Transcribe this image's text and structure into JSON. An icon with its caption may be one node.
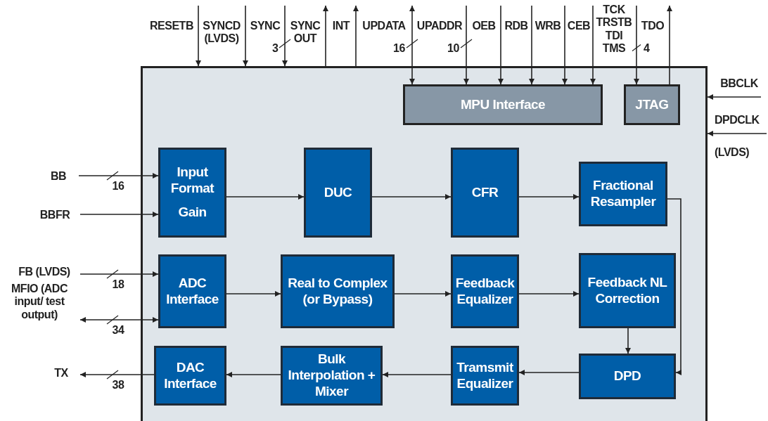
{
  "diagram": {
    "nodes": [
      {
        "text": [],
        "shape": "box"
      },
      {
        "text": [
          "MPU Interface"
        ],
        "in": 0
      },
      {
        "text": [
          "JTAG"
        ],
        "in": 0
      },
      {
        "text": [
          "Input Format",
          "Gain"
        ],
        "in": 0
      },
      {
        "text": [
          "DUC"
        ],
        "in": 0
      },
      {
        "text": [
          "CFR"
        ],
        "in": 0
      },
      {
        "text": [
          "Fractional Resampler"
        ],
        "in": 0
      },
      {
        "text": [
          "ADC Interface"
        ],
        "in": 0
      },
      {
        "text": [
          "Real to Complex (or Bypass)"
        ],
        "in": 0
      },
      {
        "text": [
          "Feedback Equalizer"
        ],
        "in": 0
      },
      {
        "text": [
          "Feedback NL Correction"
        ],
        "in": 0
      },
      {
        "text": [
          "DAC Interface"
        ],
        "in": 0
      },
      {
        "text": [
          "Bulk Interpolation + Mixer"
        ],
        "in": 0
      },
      {
        "text": [
          "Tramsmit Equalizer"
        ],
        "in": 0
      },
      {
        "text": [
          "DPD"
        ],
        "in": 0
      },
      {
        "text": [
          "RESETB"
        ]
      },
      {
        "text": [
          "SYNCD (LVDS)"
        ]
      },
      {
        "text": [
          "SYNC"
        ]
      },
      {
        "text": [
          "SYNC OUT"
        ]
      },
      {
        "text": [
          "INT"
        ]
      },
      {
        "text": [
          "UPDATA"
        ]
      },
      {
        "text": [
          "UPADDR"
        ]
      },
      {
        "text": [
          "OEB"
        ]
      },
      {
        "text": [
          "RDB"
        ]
      },
      {
        "text": [
          "WRB"
        ]
      },
      {
        "text": [
          "CEB"
        ]
      },
      {
        "text": [
          "TCK TRSTB TDI TMS"
        ]
      },
      {
        "text": [
          "TDO"
        ]
      },
      {
        "text": [
          "BBCLK"
        ]
      },
      {
        "text": [
          "DPDCLK",
          "(LVDS)"
        ]
      },
      {
        "text": [
          "BB"
        ]
      },
      {
        "text": [
          "BBFR"
        ]
      },
      {
        "text": [
          "FB (LVDS)"
        ]
      },
      {
        "text": [
          "MFIO (ADC input/ test output)"
        ]
      },
      {
        "text": [
          "TX"
        ]
      }
    ],
    "edges": [
      {
        "from": 15,
        "to": 0,
        "arrow": "to"
      },
      {
        "from": 16,
        "to": 0,
        "arrow": "to"
      },
      {
        "from": 17,
        "to": 0,
        "arrow": "to",
        "label": "3"
      },
      {
        "from": 0,
        "to": 18,
        "arrow": "to"
      },
      {
        "from": 0,
        "to": 19,
        "arrow": "to"
      },
      {
        "from": 20,
        "to": 1,
        "arrow": "both",
        "label": "16"
      },
      {
        "from": 21,
        "to": 1,
        "arrow": "to",
        "label": "10"
      },
      {
        "from": 22,
        "to": 1,
        "arrow": "to"
      },
      {
        "from": 23,
        "to": 1,
        "arrow": "to"
      },
      {
        "from": 24,
        "to": 1,
        "arrow": "to"
      },
      {
        "from": 25,
        "to": 1,
        "arrow": "to"
      },
      {
        "from": 26,
        "to": 2,
        "arrow": "to",
        "label": "4"
      },
      {
        "from": 2,
        "to": 27,
        "arrow": "to"
      },
      {
        "from": 28,
        "to": 0,
        "arrow": "to"
      },
      {
        "from": 29,
        "to": 0,
        "arrow": "to"
      },
      {
        "from": 30,
        "to": 3,
        "arrow": "to",
        "label": "16"
      },
      {
        "from": 31,
        "to": 3,
        "arrow": "to"
      },
      {
        "from": 32,
        "to": 7,
        "arrow": "to",
        "label": "18"
      },
      {
        "from": 33,
        "to": 7,
        "arrow": "both",
        "label": "34"
      },
      {
        "from": 11,
        "to": 34,
        "arrow": "to",
        "label": "38"
      },
      {
        "from": 3,
        "to": 4,
        "arrow": "to"
      },
      {
        "from": 4,
        "to": 5,
        "arrow": "to"
      },
      {
        "from": 5,
        "to": 6,
        "arrow": "to"
      },
      {
        "from": 6,
        "to": 14,
        "arrow": "to"
      },
      {
        "from": 7,
        "to": 8,
        "arrow": "to"
      },
      {
        "from": 8,
        "to": 9,
        "arrow": "to"
      },
      {
        "from": 9,
        "to": 10,
        "arrow": "to"
      },
      {
        "from": 10,
        "to": 14,
        "arrow": "to"
      },
      {
        "from": 14,
        "to": 13,
        "arrow": "to"
      },
      {
        "from": 13,
        "to": 12,
        "arrow": "to"
      },
      {
        "from": 12,
        "to": 11,
        "arrow": "to"
      }
    ]
  }
}
